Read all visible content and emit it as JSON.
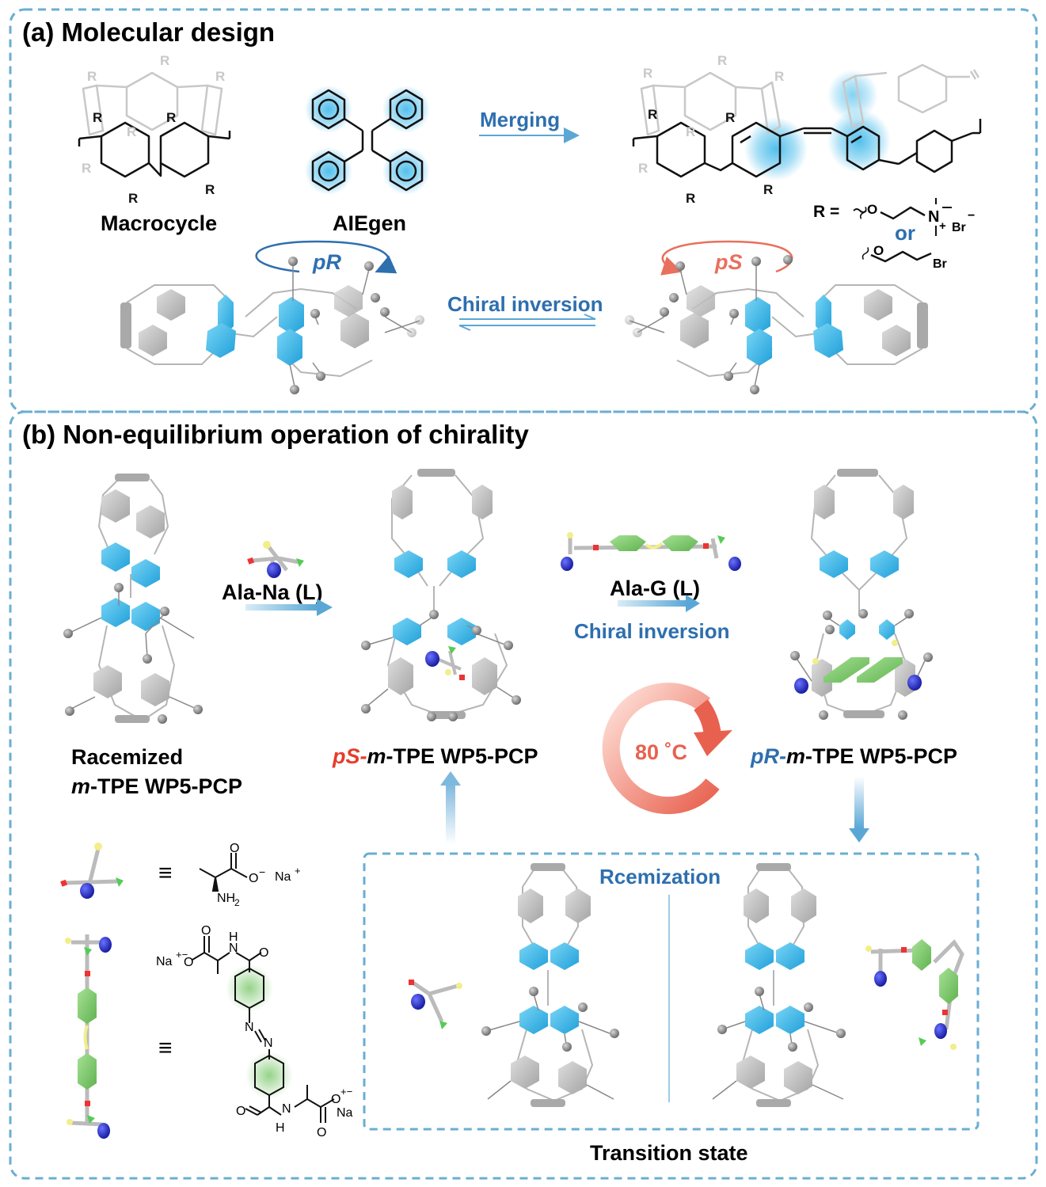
{
  "colors": {
    "frame": "#6aaed2",
    "accent_blue": "#2e6fae",
    "accent_red": "#e53d2b",
    "accent_salmon": "#e8705d",
    "tpe_blue": "#3fb8ea",
    "ring_gray": "#b5b5b5",
    "azo_green": "#7bc86c"
  },
  "panel_a": {
    "title": "(a) Molecular design",
    "macrocycle_label": "Macrocycle",
    "aiegen_label": "AIEgen",
    "merging_label": "Merging",
    "r_label": "R",
    "r_def_prefix": "R =",
    "r_or": "or",
    "r_n_label": "N",
    "r_n_charge": "+",
    "r_o_label": "O",
    "r_br_label": "Br",
    "r_br_charge": "−",
    "pR_label": "pR",
    "pS_label": "pS",
    "chiral_inversion_label": "Chiral inversion"
  },
  "panel_b": {
    "title": "(b) Non-equilibrium operation of chirality",
    "ala_na_label": "Ala-Na (L)",
    "ala_g_label": "Ala-G (L)",
    "chiral_inversion_label": "Chiral inversion",
    "racemized_line1": "Racemized",
    "racemized_line2_italic": "m",
    "racemized_line2_rest": "-TPE WP5-PCP",
    "ps_prefix": "pS-",
    "ps_m": "m",
    "ps_rest": "-TPE WP5-PCP",
    "pr_prefix": "pR-",
    "pr_m": "m",
    "pr_rest": "-TPE WP5-PCP",
    "temperature_label": "80 ˚C",
    "racemization_label": "Rcemization",
    "transition_state_label": "Transition state",
    "equiv_symbol": "≡",
    "ala_formula": {
      "o_minus": "O",
      "minus": "−",
      "na": "Na",
      "plus": "+",
      "nh2": "NH",
      "sub2": "2",
      "o": "O"
    },
    "azo_formula": {
      "na": "Na",
      "charge": "+−",
      "o": "O",
      "n": "N",
      "h": "H"
    }
  }
}
